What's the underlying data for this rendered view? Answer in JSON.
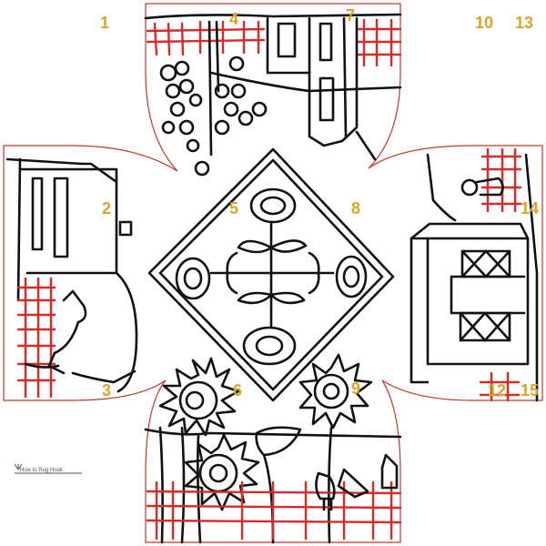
{
  "pattern": {
    "outline_color": "#c0392b",
    "ink_color": "#111111",
    "grid_color": "#d42b2b",
    "number_color": "#d4a52a"
  },
  "section_numbers": {
    "n1": "1",
    "n2": "2",
    "n3": "3",
    "n4": "4",
    "n5": "5",
    "n6": "6",
    "n7": "7",
    "n8": "8",
    "n9": "9",
    "n10": "10",
    "n12": "12",
    "n13": "13",
    "n14": "14",
    "n15": "15"
  },
  "logo": {
    "text": "How to Rug Hook"
  },
  "icons": [
    "flower-icon",
    "sunflower-icon",
    "barn-icon",
    "house-icon",
    "chicken-icon",
    "cow-icon"
  ]
}
